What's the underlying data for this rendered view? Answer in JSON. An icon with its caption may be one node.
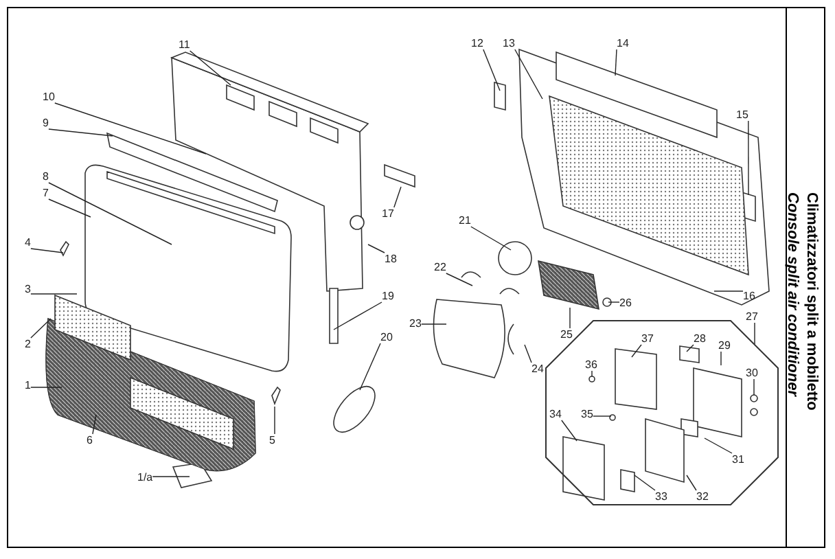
{
  "diagram": {
    "nodes": [
      {
        "text": [
          "11"
        ]
      },
      {
        "text": [
          "10"
        ]
      },
      {
        "text": [
          "9"
        ]
      },
      {
        "text": [
          "8"
        ]
      },
      {
        "text": [
          "7"
        ]
      },
      {
        "text": [
          "4"
        ]
      },
      {
        "text": [
          "3"
        ]
      },
      {
        "text": [
          "2"
        ]
      },
      {
        "text": [
          "1"
        ]
      },
      {
        "text": [
          "6"
        ]
      },
      {
        "text": [
          "5"
        ]
      },
      {
        "text": [
          "1/a"
        ]
      },
      {
        "text": [
          "17"
        ]
      },
      {
        "text": [
          "18"
        ]
      },
      {
        "text": [
          "19"
        ]
      },
      {
        "text": [
          "20"
        ]
      },
      {
        "text": [
          "12"
        ]
      },
      {
        "text": [
          "13"
        ]
      },
      {
        "text": [
          "14"
        ]
      },
      {
        "text": [
          "15"
        ]
      },
      {
        "text": [
          "21"
        ]
      },
      {
        "text": [
          "22"
        ]
      },
      {
        "text": [
          "23"
        ]
      },
      {
        "text": [
          "24"
        ]
      },
      {
        "text": [
          "25"
        ]
      },
      {
        "text": [
          "26"
        ]
      },
      {
        "text": [
          "16"
        ]
      },
      {
        "text": [
          "27"
        ]
      },
      {
        "text": [],
        "shape": "octagon"
      },
      {
        "text": [
          "37"
        ],
        "in": 28
      },
      {
        "text": [
          "28"
        ],
        "in": 28
      },
      {
        "text": [
          "29"
        ],
        "in": 28
      },
      {
        "text": [
          "36"
        ],
        "in": 28
      },
      {
        "text": [
          "30"
        ],
        "in": 28
      },
      {
        "text": [
          "34"
        ],
        "in": 28
      },
      {
        "text": [
          "35"
        ],
        "in": 28
      },
      {
        "text": [
          "31"
        ],
        "in": 28
      },
      {
        "text": [
          "33"
        ],
        "in": 28
      },
      {
        "text": [
          "32"
        ],
        "in": 28
      }
    ],
    "edges": [
      {
        "from": 0,
        "to": null,
        "arrow": "none"
      },
      {
        "from": 1,
        "to": null,
        "arrow": "none"
      },
      {
        "from": 2,
        "to": null,
        "arrow": "none"
      },
      {
        "from": 3,
        "to": null,
        "arrow": "none"
      },
      {
        "from": 4,
        "to": null,
        "arrow": "none"
      },
      {
        "from": 5,
        "to": null,
        "arrow": "none"
      },
      {
        "from": 6,
        "to": null,
        "arrow": "none"
      },
      {
        "from": 7,
        "to": null,
        "arrow": "none"
      },
      {
        "from": 8,
        "to": null,
        "arrow": "none"
      },
      {
        "from": 9,
        "to": null,
        "arrow": "none"
      },
      {
        "from": 10,
        "to": null,
        "arrow": "none"
      },
      {
        "from": 11,
        "to": null,
        "arrow": "none"
      },
      {
        "from": 12,
        "to": null,
        "arrow": "none"
      },
      {
        "from": 13,
        "to": null,
        "arrow": "none"
      },
      {
        "from": 14,
        "to": null,
        "arrow": "none"
      },
      {
        "from": 15,
        "to": null,
        "arrow": "none"
      },
      {
        "from": 16,
        "to": null,
        "arrow": "none"
      },
      {
        "from": 17,
        "to": null,
        "arrow": "none"
      },
      {
        "from": 18,
        "to": null,
        "arrow": "none"
      },
      {
        "from": 19,
        "to": null,
        "arrow": "none"
      },
      {
        "from": 20,
        "to": null,
        "arrow": "none"
      },
      {
        "from": 21,
        "to": null,
        "arrow": "none"
      },
      {
        "from": 22,
        "to": null,
        "arrow": "none"
      },
      {
        "from": 23,
        "to": null,
        "arrow": "none"
      },
      {
        "from": 24,
        "to": null,
        "arrow": "none"
      },
      {
        "from": 25,
        "to": null,
        "arrow": "none"
      },
      {
        "from": 26,
        "to": null,
        "arrow": "none"
      },
      {
        "from": 27,
        "to": 28,
        "arrow": "none"
      },
      {
        "from": 29,
        "to": null,
        "arrow": "none"
      },
      {
        "from": 30,
        "to": null,
        "arrow": "none"
      },
      {
        "from": 31,
        "to": null,
        "arrow": "none"
      },
      {
        "from": 32,
        "to": null,
        "arrow": "none"
      },
      {
        "from": 33,
        "to": null,
        "arrow": "none"
      },
      {
        "from": 34,
        "to": null,
        "arrow": "none"
      },
      {
        "from": 35,
        "to": null,
        "arrow": "none"
      },
      {
        "from": 36,
        "to": null,
        "arrow": "none"
      },
      {
        "from": 37,
        "to": null,
        "arrow": "none"
      },
      {
        "from": 38,
        "to": null,
        "arrow": "none"
      }
    ],
    "labels": [
      "Climatizzatori split a mobiletto",
      "Console split air conditioner"
    ]
  }
}
